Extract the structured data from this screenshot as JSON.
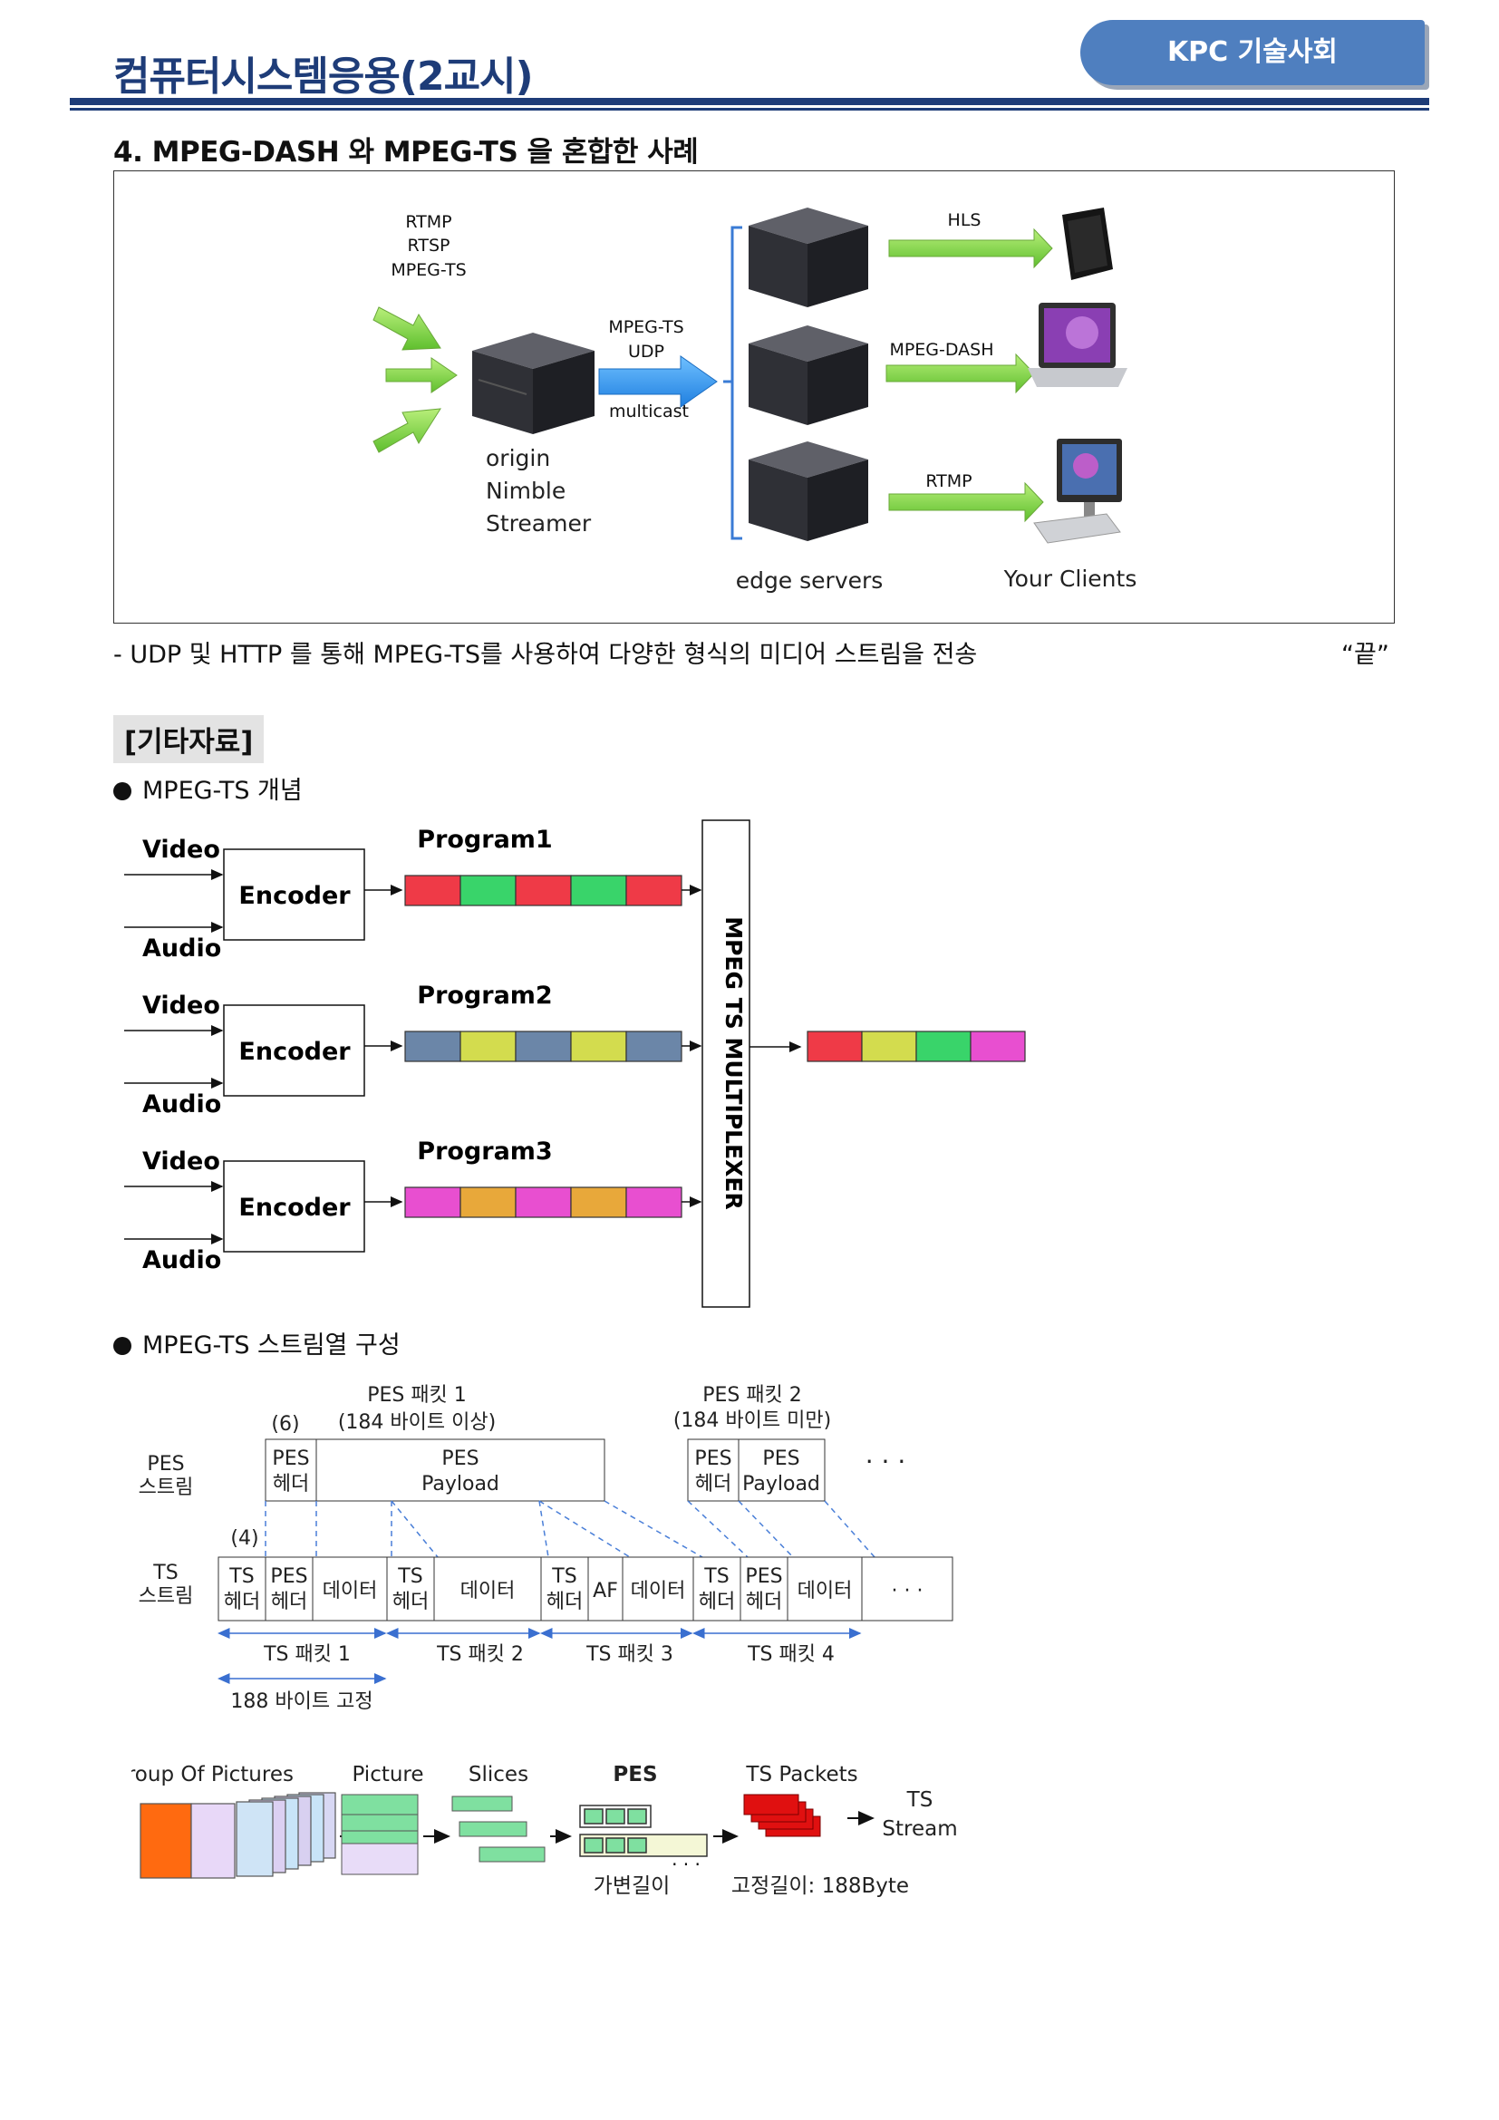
{
  "header": {
    "title": "컴퓨터시스템응용(2교시)",
    "badge": "KPC 기술사회"
  },
  "section": {
    "title": "4. MPEG-DASH 와 MPEG-TS 을 혼합한 사례"
  },
  "diagram1": {
    "input_protocols": [
      "RTMP",
      "RTSP",
      "MPEG-TS"
    ],
    "link_top": [
      "MPEG-TS",
      "UDP"
    ],
    "link_bottom": "multicast",
    "origin_label": [
      "origin",
      "Nimble",
      "Streamer"
    ],
    "edge_label": "edge servers",
    "outputs": [
      "HLS",
      "MPEG-DASH",
      "RTMP"
    ],
    "clients_label": "Your Clients"
  },
  "caption": "- UDP 및 HTTP 를 통해 MPEG-TS를 사용하여 다양한 형식의 미디어 스트림을 전송",
  "end_mark": "“끝”",
  "etc_label": "[기타자료]",
  "bullet1": "MPEG-TS 개념",
  "diagram2": {
    "programs": [
      {
        "name": "Program1",
        "video": "Video",
        "audio": "Audio",
        "encoder": "Encoder",
        "colors": [
          "#ef3a47",
          "#39d46a",
          "#ef3a47",
          "#39d46a",
          "#ef3a47"
        ]
      },
      {
        "name": "Program2",
        "video": "Video",
        "audio": "Audio",
        "encoder": "Encoder",
        "colors": [
          "#6b86a8",
          "#d3dc4e",
          "#6b86a8",
          "#d3dc4e",
          "#6b86a8"
        ]
      },
      {
        "name": "Program3",
        "video": "Video",
        "audio": "Audio",
        "encoder": "Encoder",
        "colors": [
          "#e84fd0",
          "#e8a83a",
          "#e84fd0",
          "#e8a83a",
          "#e84fd0"
        ]
      }
    ],
    "multiplexer": "MPEG TS MULTIPLEXER",
    "output_colors": [
      "#ef3a47",
      "#d3dc4e",
      "#39d46a",
      "#e84fd0"
    ]
  },
  "bullet2": "MPEG-TS 스트림열 구성",
  "diagram3": {
    "pes_stream_label": [
      "PES",
      "스트림"
    ],
    "ts_stream_label": [
      "TS",
      "스트림"
    ],
    "pes_packet1": [
      "PES 패킷 1",
      "(184 바이트 이상)"
    ],
    "pes_packet2": [
      "PES 패킷 2",
      "(184 바이트 미만)"
    ],
    "six": "(6)",
    "four": "(4)",
    "pes_header": [
      "PES",
      "헤더"
    ],
    "pes_payload": [
      "PES",
      "Payload"
    ],
    "ts_header": [
      "TS",
      "헤더"
    ],
    "data": "데이터",
    "af": "AF",
    "ellipsis": "· · ·",
    "ts_packets": [
      "TS 패킷 1",
      "TS 패킷 2",
      "TS 패킷 3",
      "TS 패킷 4"
    ],
    "fixed": "188 바이트 고정"
  },
  "diagram4": {
    "labels": [
      "Group Of Pictures",
      "Picture",
      "Slices",
      "PES",
      "TS Packets"
    ],
    "ts_stream": [
      "TS",
      "Stream"
    ],
    "variable": "가변길이",
    "fixed": "고정길이: 188Byte"
  }
}
